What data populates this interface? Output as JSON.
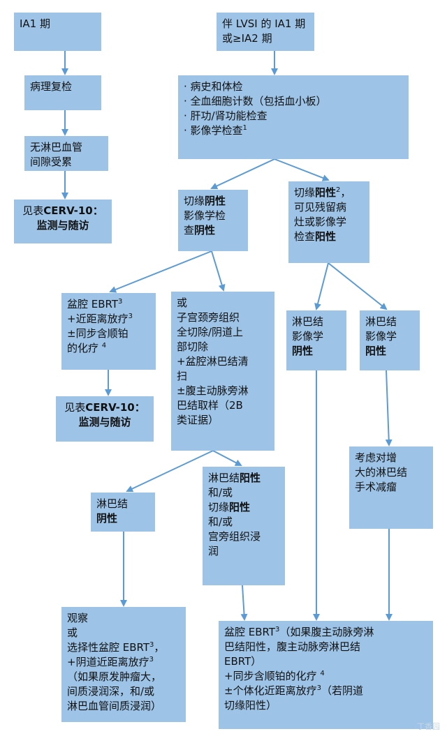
{
  "nodes": [
    {
      "id": "ia1",
      "lines": [
        [
          {
            "t": "IA1 期"
          }
        ]
      ]
    },
    {
      "id": "path_review",
      "lines": [
        [
          {
            "t": "病理复检"
          }
        ]
      ]
    },
    {
      "id": "no_lvsi",
      "lines": [
        [
          {
            "t": "无淋巴血管"
          }
        ],
        [
          {
            "t": "间隙受累"
          }
        ]
      ]
    },
    {
      "id": "monitor_1",
      "center": true,
      "lines": [
        [
          {
            "t": "见表"
          },
          {
            "t": "CERV-10：",
            "b": true
          }
        ],
        [
          {
            "t": "监测与随访",
            "b": true
          }
        ]
      ]
    },
    {
      "id": "lvsi_ia2",
      "lines": [
        [
          {
            "t": "伴 LVSI 的 IA1 期"
          }
        ],
        [
          {
            "t": "或≥IA2 期"
          }
        ]
      ]
    },
    {
      "id": "workup",
      "lines": [
        [
          {
            "t": "· 病史和体检"
          }
        ],
        [
          {
            "t": "· 全血细胞计数（包括血小板）"
          }
        ],
        [
          {
            "t": "· 肝功/肾功能检查"
          }
        ],
        [
          {
            "t": "· 影像学检查"
          },
          {
            "t": "1",
            "sup": true
          }
        ]
      ]
    },
    {
      "id": "margin_neg",
      "lines": [
        [
          {
            "t": "切缘"
          },
          {
            "t": "阴性",
            "b": true
          }
        ],
        [
          {
            "t": "影像学检"
          }
        ],
        [
          {
            "t": "查"
          },
          {
            "t": "阴性",
            "b": true
          }
        ]
      ]
    },
    {
      "id": "margin_pos",
      "lines": [
        [
          {
            "t": "切缘"
          },
          {
            "t": "阳性",
            "b": true
          },
          {
            "t": "2",
            "sup": true
          },
          {
            "t": "，"
          }
        ],
        [
          {
            "t": "可见残留病"
          }
        ],
        [
          {
            "t": "灶或影像学"
          }
        ],
        [
          {
            "t": "检查"
          },
          {
            "t": "阳性",
            "b": true
          }
        ]
      ]
    },
    {
      "id": "pelvic_ebrt",
      "lines": [
        [
          {
            "t": "盆腔 EBRT"
          },
          {
            "t": "3",
            "sup": true
          }
        ],
        [
          {
            "t": "+近距离放疗"
          },
          {
            "t": "3",
            "sup": true
          }
        ],
        [
          {
            "t": "±同步含顺铂"
          }
        ],
        [
          {
            "t": "的化疗 "
          },
          {
            "t": "4",
            "sup": true
          }
        ]
      ]
    },
    {
      "id": "monitor_2",
      "center": true,
      "lines": [
        [
          {
            "t": "见表"
          },
          {
            "t": "CERV-10：",
            "b": true
          }
        ],
        [
          {
            "t": "监测与随访",
            "b": true
          }
        ]
      ]
    },
    {
      "id": "surgery",
      "lines": [
        [
          {
            "t": "或"
          }
        ],
        [
          {
            "t": "子宫颈旁组织"
          }
        ],
        [
          {
            "t": "全切除/阴道上"
          }
        ],
        [
          {
            "t": "部切除"
          }
        ],
        [
          {
            "t": "+盆腔淋巴结清"
          }
        ],
        [
          {
            "t": "扫"
          }
        ],
        [
          {
            "t": "±腹主动脉旁淋"
          }
        ],
        [
          {
            "t": "巴结取样（2B"
          }
        ],
        [
          {
            "t": "类证据）"
          }
        ]
      ]
    },
    {
      "id": "ln_img_neg",
      "lines": [
        [
          {
            "t": "淋巴结"
          }
        ],
        [
          {
            "t": "影像学"
          }
        ],
        [
          {
            "t": "阴性",
            "b": true
          }
        ]
      ]
    },
    {
      "id": "ln_img_pos",
      "lines": [
        [
          {
            "t": "淋巴结"
          }
        ],
        [
          {
            "t": "影像学"
          }
        ],
        [
          {
            "t": "阳性",
            "b": true
          }
        ]
      ]
    },
    {
      "id": "debulk",
      "lines": [
        [
          {
            "t": "考虑对增"
          }
        ],
        [
          {
            "t": "大的淋巴结"
          }
        ],
        [
          {
            "t": "手术减瘤"
          }
        ]
      ]
    },
    {
      "id": "ln_neg",
      "lines": [
        [
          {
            "t": "淋巴结"
          }
        ],
        [
          {
            "t": "阴性",
            "b": true
          }
        ]
      ]
    },
    {
      "id": "ln_pos",
      "lines": [
        [
          {
            "t": "淋巴结"
          },
          {
            "t": "阳性",
            "b": true
          }
        ],
        [
          {
            "t": "和/或"
          }
        ],
        [
          {
            "t": "切缘"
          },
          {
            "t": "阳性",
            "b": true
          }
        ],
        [
          {
            "t": "和/或"
          }
        ],
        [
          {
            "t": "宫旁组织浸"
          }
        ],
        [
          {
            "t": "润"
          }
        ]
      ]
    },
    {
      "id": "observe",
      "lines": [
        [
          {
            "t": "观察"
          }
        ],
        [
          {
            "t": "或"
          }
        ],
        [
          {
            "t": "选择性盆腔 EBRT"
          },
          {
            "t": "3",
            "sup": true
          },
          {
            "t": "，"
          }
        ],
        [
          {
            "t": "+阴道近距离放疗"
          },
          {
            "t": "3",
            "sup": true
          }
        ],
        [
          {
            "t": "（如果原发肿瘤大，"
          }
        ],
        [
          {
            "t": "间质浸润深，和/或"
          }
        ],
        [
          {
            "t": "淋巴血管间质浸润）"
          }
        ]
      ]
    },
    {
      "id": "final_tx",
      "lines": [
        [
          {
            "t": "盆腔 EBRT"
          },
          {
            "t": "3",
            "sup": true
          },
          {
            "t": "（如果腹主动脉旁淋"
          }
        ],
        [
          {
            "t": "巴结阳性，腹主动脉旁淋巴结"
          }
        ],
        [
          {
            "t": "EBRT）"
          }
        ],
        [
          {
            "t": "+同步含顺铂的化疗 "
          },
          {
            "t": "4",
            "sup": true
          }
        ],
        [
          {
            "t": "±个体化近距离放疗"
          },
          {
            "t": "3",
            "sup": true
          },
          {
            "t": "（若阴道"
          }
        ],
        [
          {
            "t": "切缘阳性）"
          }
        ]
      ]
    }
  ],
  "edges": [
    {
      "from": "ia1",
      "to": "path_review"
    },
    {
      "from": "path_review",
      "to": "no_lvsi"
    },
    {
      "from": "no_lvsi",
      "to": "monitor_1"
    },
    {
      "from": "lvsi_ia2",
      "to": "workup"
    },
    {
      "from": "workup",
      "to": "margin_neg"
    },
    {
      "from": "workup",
      "to": "margin_pos"
    },
    {
      "from": "margin_neg",
      "to": "pelvic_ebrt"
    },
    {
      "from": "margin_neg",
      "to": "surgery"
    },
    {
      "from": "pelvic_ebrt",
      "to": "monitor_2"
    },
    {
      "from": "margin_pos",
      "to": "ln_img_neg"
    },
    {
      "from": "margin_pos",
      "to": "ln_img_pos"
    },
    {
      "from": "surgery",
      "to": "ln_neg"
    },
    {
      "from": "surgery",
      "to": "ln_pos"
    },
    {
      "from": "ln_neg",
      "to": "observe"
    },
    {
      "from": "ln_pos",
      "to": "final_tx"
    },
    {
      "from": "ln_img_neg",
      "to": "final_tx"
    },
    {
      "from": "ln_img_pos",
      "to": "debulk"
    },
    {
      "from": "debulk",
      "to": "final_tx"
    }
  ],
  "colors": {
    "box_fill": "#9dc3e6",
    "arrow": "#5b9bd5",
    "text": "#111111"
  },
  "watermark": "丁香园"
}
